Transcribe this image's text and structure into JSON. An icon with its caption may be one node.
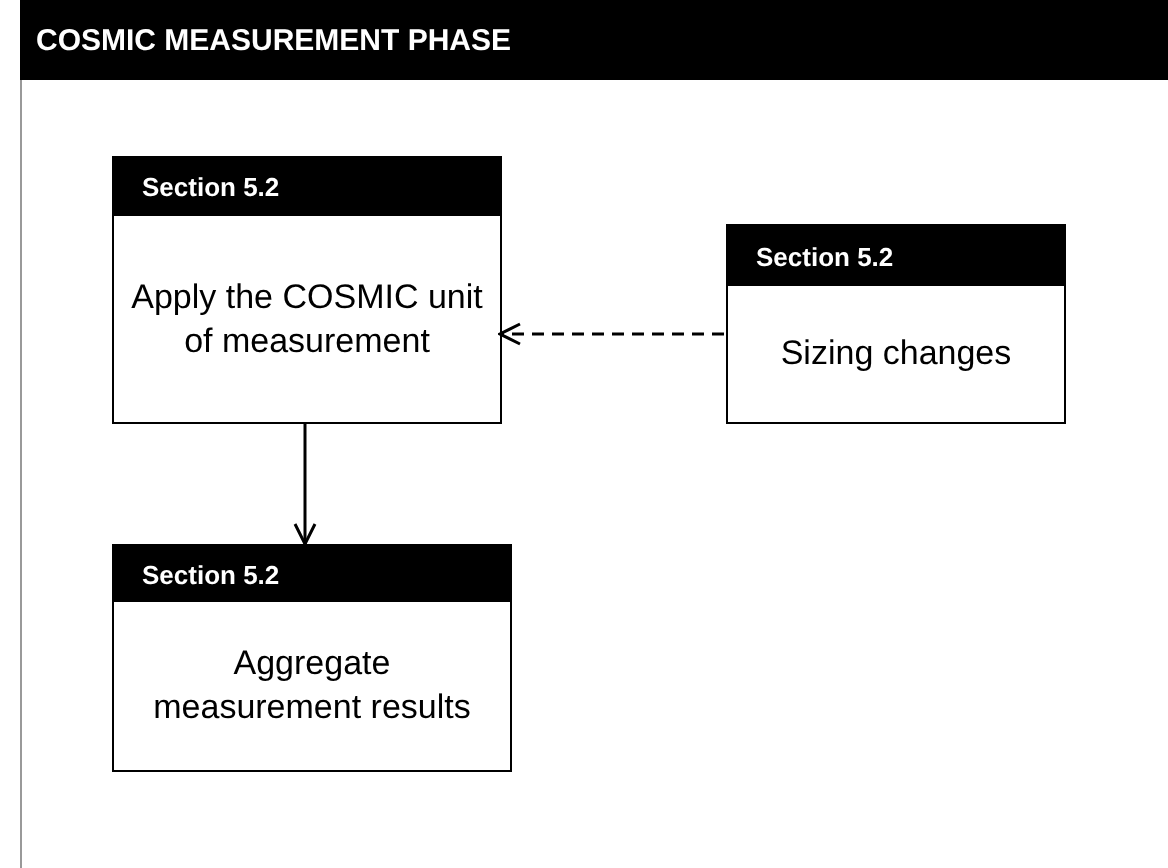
{
  "diagram": {
    "nodes": [
      {
        "text": [
          "COSMIC MEASUREMENT PHASE"
        ]
      },
      {
        "text": [
          "Section 5.2",
          "Apply the COSMIC unit of measurement"
        ],
        "in": 0
      },
      {
        "text": [
          "Section 5.2",
          "Sizing changes"
        ],
        "in": 0
      },
      {
        "text": [
          "Section 5.2",
          "Aggregate measurement results"
        ],
        "in": 0
      }
    ],
    "edges": [
      {
        "from": 2,
        "to": 1,
        "arrow": "to",
        "style": "dashed"
      },
      {
        "from": 1,
        "to": 3,
        "arrow": "to"
      }
    ]
  }
}
